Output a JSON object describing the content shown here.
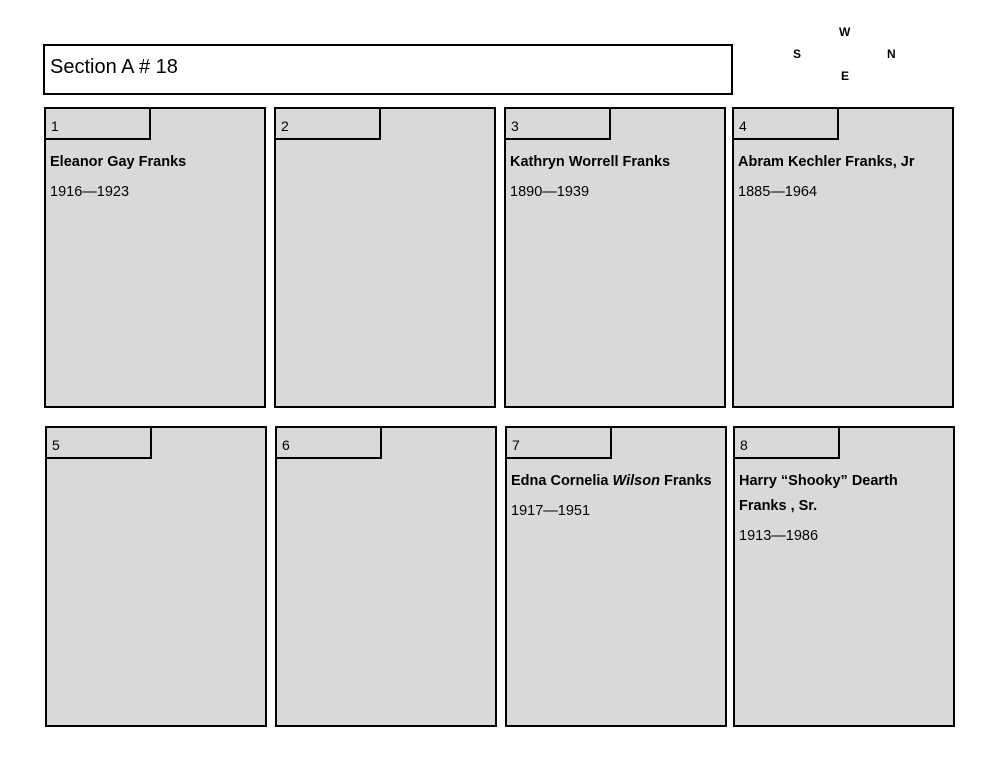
{
  "title": "Section A # 18",
  "compass": {
    "west": "W",
    "south": "S",
    "north": "N",
    "east": "E"
  },
  "plots": [
    {
      "number": "1",
      "name": "Eleanor Gay Franks",
      "dates": "1916—1923"
    },
    {
      "number": "2",
      "name": "",
      "dates": ""
    },
    {
      "number": "3",
      "name": "Kathryn Worrell Franks",
      "dates": "1890—1939"
    },
    {
      "number": "4",
      "name": "Abram Kechler Franks, Jr",
      "dates": "1885—1964"
    },
    {
      "number": "5",
      "name": "",
      "dates": ""
    },
    {
      "number": "6",
      "name": "",
      "dates": ""
    },
    {
      "number": "7",
      "name_first": "Edna Cornelia",
      "name_maiden": "Wilson",
      "name_last": "Franks",
      "dates": "1917—1951"
    },
    {
      "number": "8",
      "name": "Harry “Shooky” Dearth Franks , Sr.",
      "dates": "1913—1986"
    }
  ]
}
